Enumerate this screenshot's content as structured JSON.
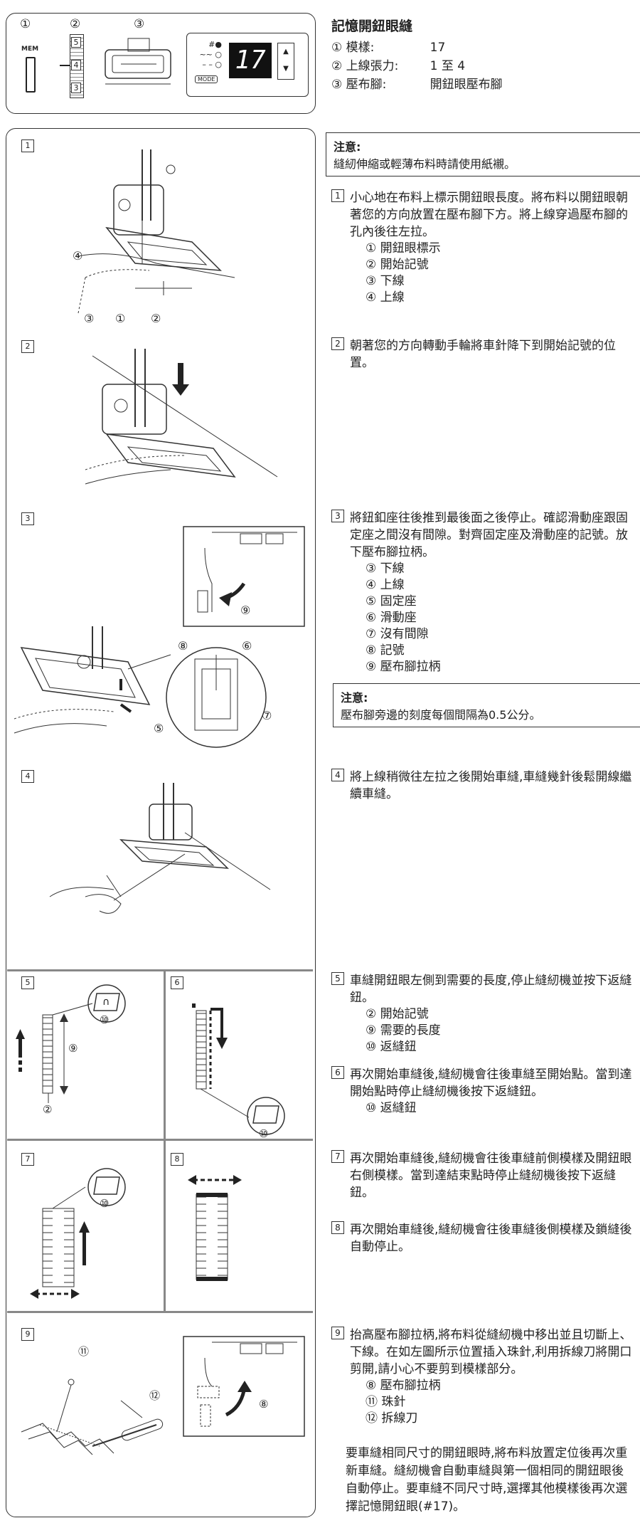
{
  "header": {
    "fig_labels": [
      "①",
      "②",
      "③"
    ],
    "mem_label": "MEM",
    "scale_marks": [
      "5",
      "4",
      "3"
    ],
    "display_value": "17",
    "mode_label": "MODE",
    "title": "記憶開鈕眼縫",
    "rows": [
      {
        "num": "①",
        "label": "模樣:",
        "value": "17"
      },
      {
        "num": "②",
        "label": "上線張力:",
        "value": "1 至 4"
      },
      {
        "num": "③",
        "label": "壓布腳:",
        "value": "開鈕眼壓布腳"
      }
    ]
  },
  "note1": {
    "title": "注意:",
    "text": "縫紉伸縮或輕薄布料時請使用紙襯。"
  },
  "note2": {
    "title": "注意:",
    "text": "壓布腳旁邊的刻度每個間隔為0.5公分。"
  },
  "fig_tags": [
    "1",
    "2",
    "3",
    "4",
    "5",
    "6",
    "7",
    "8",
    "9"
  ],
  "fig_callouts": {
    "f1": [
      "④",
      "③",
      "①",
      "②"
    ],
    "f3": [
      "⑧",
      "⑥",
      "⑤",
      "⑦",
      "⑨"
    ],
    "f5": [
      "⑩",
      "⑨",
      "②"
    ],
    "f6": [
      "⑩"
    ],
    "f7": [
      "⑩"
    ],
    "f9": [
      "⑪",
      "⑫",
      "⑧"
    ]
  },
  "steps": [
    {
      "num": "1",
      "text": "小心地在布料上標示開鈕眼長度。將布料以開鈕眼朝著您的方向放置在壓布腳下方。將上線穿過壓布腳的孔內後往左拉。",
      "items": [
        "① 開鈕眼標示",
        "② 開始記號",
        "③ 下線",
        "④ 上線"
      ]
    },
    {
      "num": "2",
      "text": "朝著您的方向轉動手輪將車針降下到開始記號的位置。",
      "items": []
    },
    {
      "num": "3",
      "text": "將鈕釦座往後推到最後面之後停止。確認滑動座跟固定座之間沒有間隙。對齊固定座及滑動座的記號。放下壓布腳拉柄。",
      "items": [
        "③ 下線",
        "④ 上線",
        "⑤ 固定座",
        "⑥ 滑動座",
        "⑦ 沒有間隙",
        "⑧ 記號",
        "⑨ 壓布腳拉柄"
      ]
    },
    {
      "num": "4",
      "text": "將上線稍微往左拉之後開始車縫,車縫幾針後鬆開線繼續車縫。",
      "items": []
    },
    {
      "num": "5",
      "text": "車縫開鈕眼左側到需要的長度,停止縫紉機並按下返縫鈕。",
      "items": [
        "② 開始記號",
        "⑨ 需要的長度",
        "⑩ 返縫鈕"
      ]
    },
    {
      "num": "6",
      "text": "再次開始車縫後,縫紉機會往後車縫至開始點。當到達開始點時停止縫紉機後按下返縫鈕。",
      "items": [
        "⑩ 返縫鈕"
      ]
    },
    {
      "num": "7",
      "text": "再次開始車縫後,縫紉機會往後車縫前側模樣及開鈕眼右側模樣。當到達結束點時停止縫紉機後按下返縫鈕。",
      "items": []
    },
    {
      "num": "8",
      "text": "再次開始車縫後,縫紉機會往後車縫後側模樣及鎖縫後自動停止。",
      "items": []
    },
    {
      "num": "9",
      "text": "抬高壓布腳拉柄,將布料從縫紉機中移出並且切斷上、下線。在如左圖所示位置插入珠針,利用拆線刀將開口剪開,請小心不要剪到模樣部分。",
      "items": [
        "⑧ 壓布腳拉柄",
        "⑪ 珠針",
        "⑫ 拆線刀"
      ]
    }
  ],
  "final_text": "要車縫相同尺寸的開鈕眼時,將布料放置定位後再次重新車縫。縫紉機會自動車縫與第一個相同的開鈕眼後自動停止。要車縫不同尺寸時,選擇其他模樣後再次選擇記憶開鈕眼(#17)。"
}
